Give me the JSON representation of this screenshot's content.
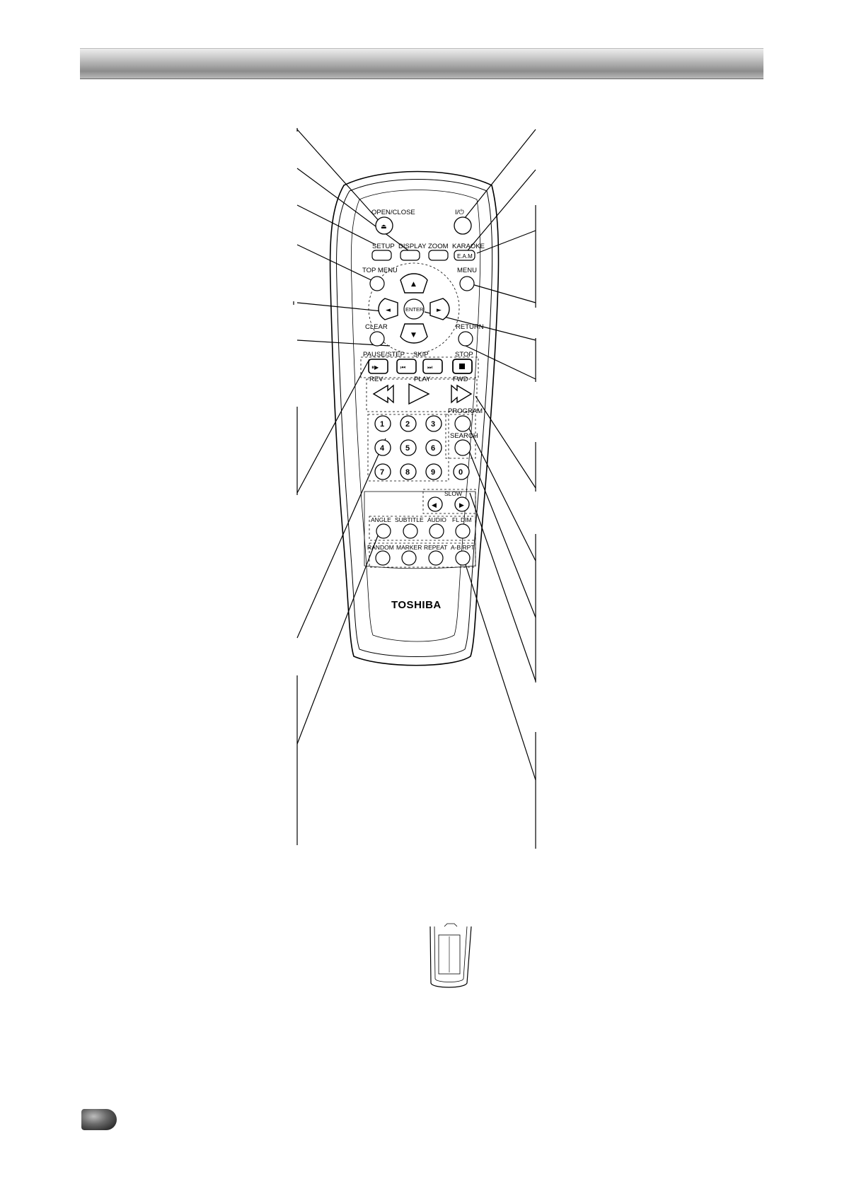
{
  "remote": {
    "brand": "TOSHIBA",
    "labels": {
      "open_close": "OPEN/CLOSE",
      "power": "I/⏻",
      "setup": "SETUP",
      "display": "DISPLAY",
      "zoom": "ZOOM",
      "karaoke": "KARAOKE",
      "eam": "E.A.M",
      "top_menu": "TOP MENU",
      "menu": "MENU",
      "enter": "ENTER",
      "clear": "CLEAR",
      "return": "RETURN",
      "pause_step": "PAUSE/STEP",
      "skip": "SKIP",
      "stop": "STOP",
      "rev": "REV",
      "play": "PLAY",
      "fwd": "FWD",
      "program": "PROGRAM",
      "search": "SEARCH",
      "slow": "SLOW",
      "angle": "ANGLE",
      "subtitle": "SUBTITLE",
      "audio": "AUDIO",
      "fl_dim": "FL DIM",
      "random": "RANDOM",
      "marker": "MARKER",
      "repeat": "REPEAT",
      "ab_rpt": "A-B RPT"
    },
    "digits": [
      "1",
      "2",
      "3",
      "4",
      "5",
      "6",
      "7",
      "8",
      "9",
      "0"
    ]
  },
  "colors": {
    "ink": "#000000",
    "header_bar": "#a8a8a8"
  }
}
